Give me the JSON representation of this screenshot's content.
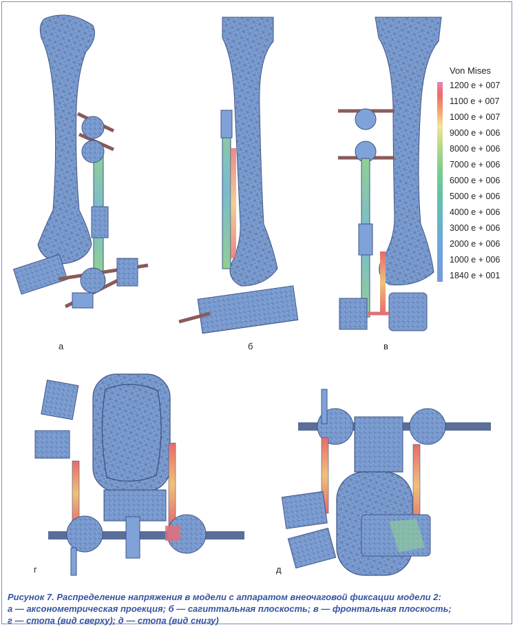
{
  "figure": {
    "panel_labels": {
      "a": "а",
      "b": "б",
      "v": "в",
      "g": "г",
      "d": "д"
    },
    "legend": {
      "title": "Von Mises",
      "items": [
        "1200 e + 007",
        "1100 e + 007",
        "1000 e + 007",
        "9000 e + 006",
        "8000 e + 006",
        "7000 e + 006",
        "6000 e + 006",
        "5000 e + 006",
        "4000 e + 006",
        "3000 e + 006",
        "2000 e + 006",
        "1000 e + 006",
        "1840 e + 001"
      ]
    },
    "colors": {
      "bone": "#7d9fd6",
      "mesh": "#5a6e98",
      "stress_high": "#e0707a",
      "stress_mid": "#9ccf7e",
      "caption": "#3554a0"
    }
  },
  "caption": {
    "line1": "Рисунок 7. Распределение напряжения в модели с аппаратом внеочаговой фиксации модели 2:",
    "line2": "а — аксонометрическая проекция; б — сагиттальная плоскость; в — фронтальная плоскость;",
    "line3": "г — стопа (вид сверху); д — стопа (вид снизу)"
  }
}
